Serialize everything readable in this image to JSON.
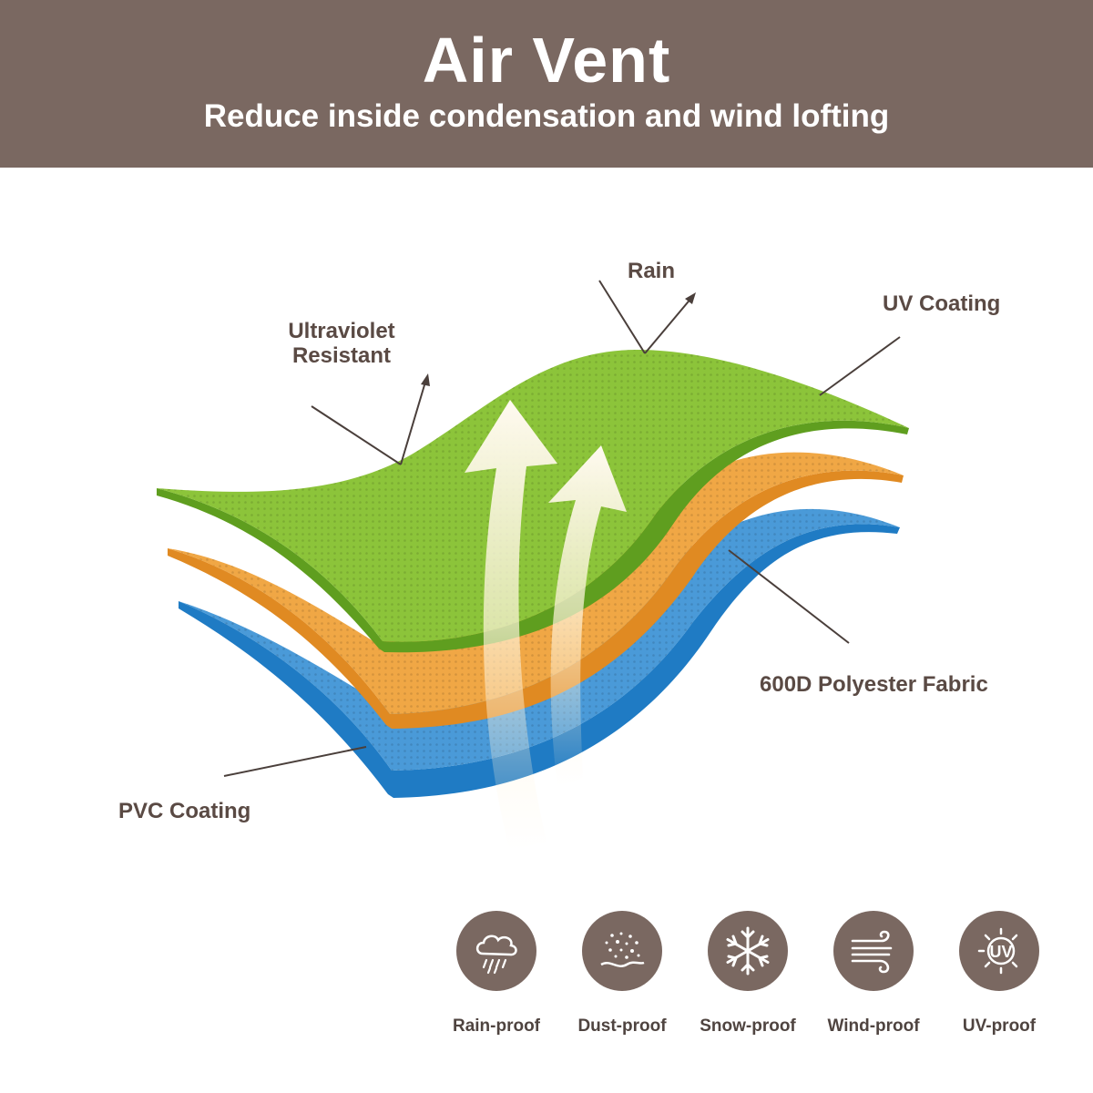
{
  "header": {
    "title": "Air Vent",
    "subtitle": "Reduce inside condensation and wind lofting"
  },
  "labels": {
    "rain": "Rain",
    "uv_coating": "UV Coating",
    "ultraviolet_line1": "Ultraviolet",
    "ultraviolet_line2": "Resistant",
    "polyester": "600D Polyester Fabric",
    "pvc": "PVC Coating"
  },
  "features": [
    {
      "label": "Rain-proof",
      "icon": "rain-cloud-icon"
    },
    {
      "label": "Dust-proof",
      "icon": "dust-icon"
    },
    {
      "label": "Snow-proof",
      "icon": "snowflake-icon"
    },
    {
      "label": "Wind-proof",
      "icon": "wind-icon"
    },
    {
      "label": "UV-proof",
      "icon": "uv-sun-icon"
    }
  ],
  "colors": {
    "banner": "#7a6861",
    "green_layer": "#8cc43a",
    "orange_layer": "#f0a745",
    "blue_layer": "#4a9ad8",
    "label_text": "#5a4a44"
  }
}
